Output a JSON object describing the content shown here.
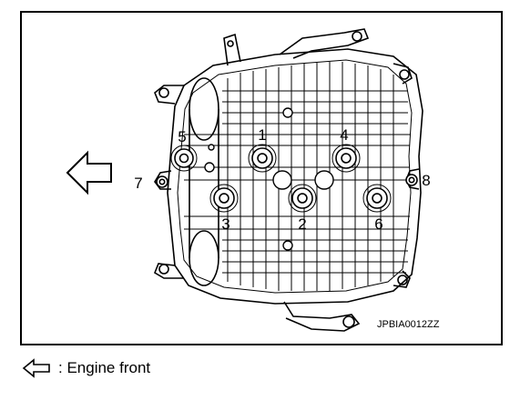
{
  "bolts": [
    {
      "label": "1"
    },
    {
      "label": "2"
    },
    {
      "label": "3"
    },
    {
      "label": "4"
    },
    {
      "label": "5"
    },
    {
      "label": "6"
    },
    {
      "label": "7"
    },
    {
      "label": "8"
    }
  ],
  "figure_code": "JPBIA0012ZZ",
  "legend": {
    "text": ": Engine front",
    "icon": "hollow-left-arrow-icon"
  },
  "colors": {
    "line": "#000000",
    "background": "#ffffff"
  }
}
